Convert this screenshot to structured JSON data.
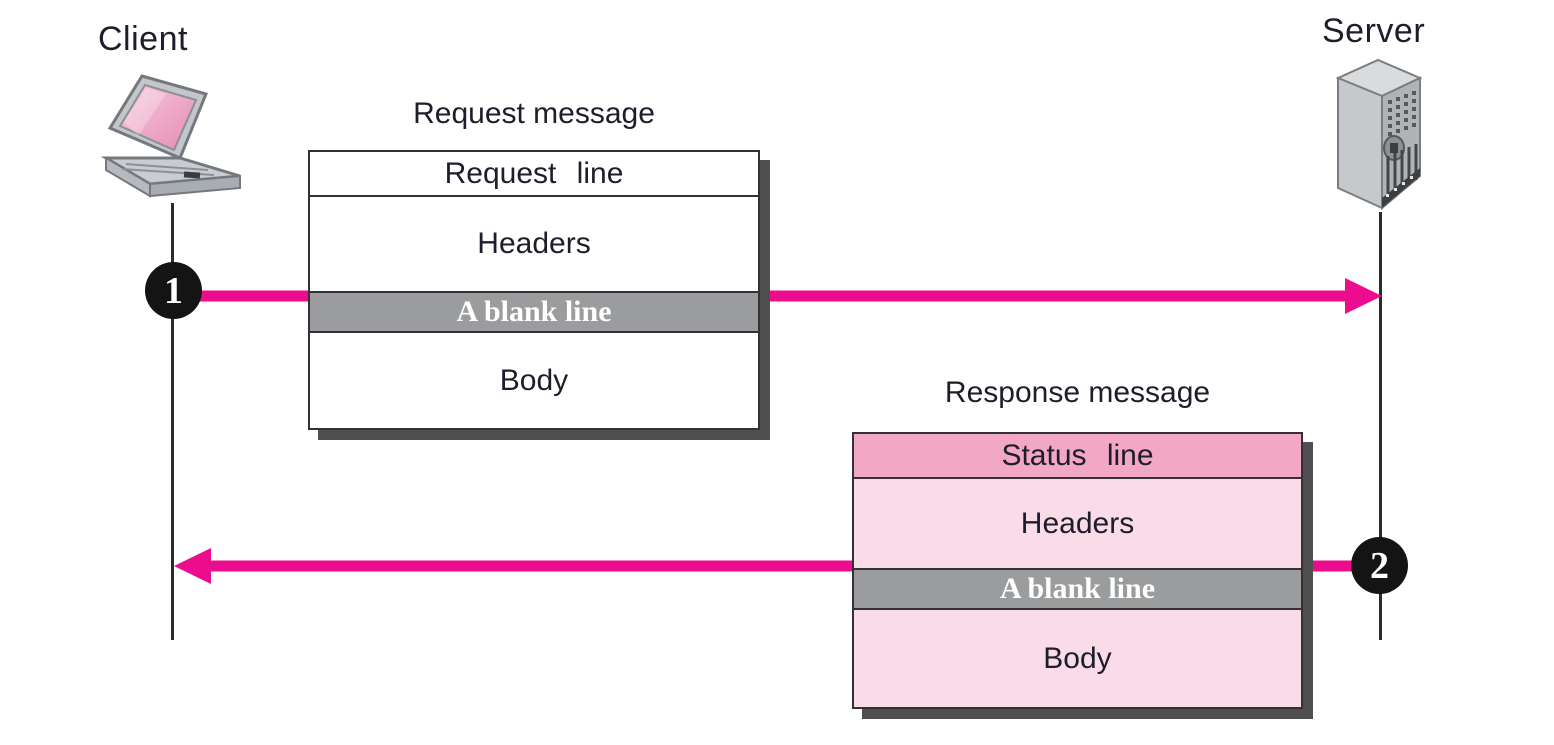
{
  "endpoints": {
    "client": {
      "label": "Client",
      "icon": "laptop-icon"
    },
    "server": {
      "label": "Server",
      "icon": "server-tower-icon"
    }
  },
  "request_box": {
    "title": "Request message",
    "rows": [
      {
        "label": "Request line",
        "style": "white"
      },
      {
        "label": "Headers",
        "style": "white"
      },
      {
        "label": "A blank line",
        "style": "gray-highlight"
      },
      {
        "label": "Body",
        "style": "white"
      }
    ]
  },
  "response_box": {
    "title": "Response message",
    "rows": [
      {
        "label": "Status line",
        "style": "pink-header"
      },
      {
        "label": "Headers",
        "style": "light-pink"
      },
      {
        "label": "A blank line",
        "style": "gray-highlight"
      },
      {
        "label": "Body",
        "style": "light-pink"
      }
    ]
  },
  "flow": [
    {
      "badge": "1",
      "direction": "client-to-server"
    },
    {
      "badge": "2",
      "direction": "server-to-client"
    }
  ],
  "colors": {
    "arrow_pink": "#ec0d8e",
    "status_line_pink": "#f2a8c4",
    "light_pink": "#f9dce7",
    "blank_line_gray": "#9a9c9e",
    "box_border": "#333036",
    "shadow_gray": "#4f4f4f",
    "text_dark": "#1d1d2b",
    "lifeline_dark": "#2c2c2c",
    "badge_black": "#141414",
    "laptop_screen_pink": "#efaac8"
  }
}
